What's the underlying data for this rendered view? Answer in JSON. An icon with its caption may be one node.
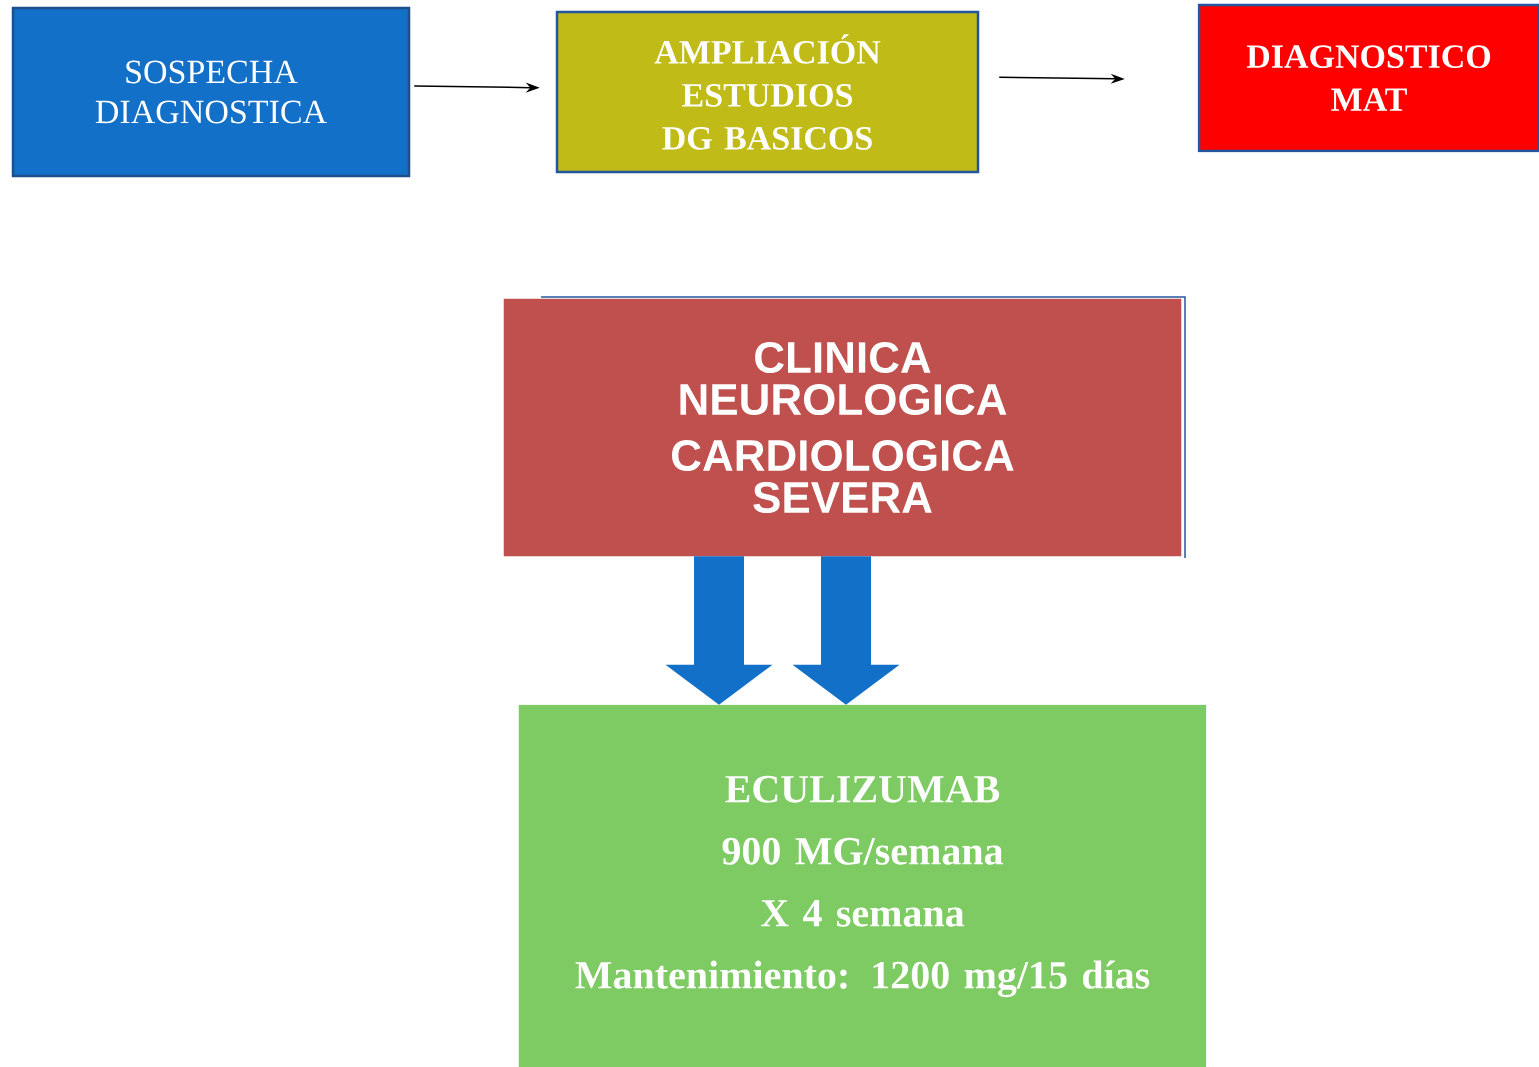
{
  "diagram": {
    "nodes": [
      {
        "text": [
          "SOSPECHA DIAGNOSTICA"
        ]
      },
      {
        "text": [
          "AMPLIACIÓN ESTUDIOS DG BASICOS"
        ]
      },
      {
        "text": [
          "DIAGNOSTICO MAT"
        ]
      },
      {
        "text": [
          "CLINICA NEUROLOGICA",
          "CARDIOLOGICA SEVERA"
        ]
      },
      {
        "text": [
          "ECULIZUMAB",
          "900 MG/semana",
          "X 4 semana",
          "Mantenimiento: 1200 mg/15 días"
        ]
      }
    ],
    "edges": [
      {
        "from": 0,
        "to": 1,
        "arrow": "to"
      },
      {
        "from": 1,
        "to": 2,
        "arrow": "to"
      },
      {
        "from": 3,
        "to": 4,
        "arrow": "to",
        "style": "thick",
        "color": "#1270c8"
      },
      {
        "from": 3,
        "to": 4,
        "arrow": "to",
        "style": "thick",
        "color": "#1270c8"
      }
    ]
  }
}
